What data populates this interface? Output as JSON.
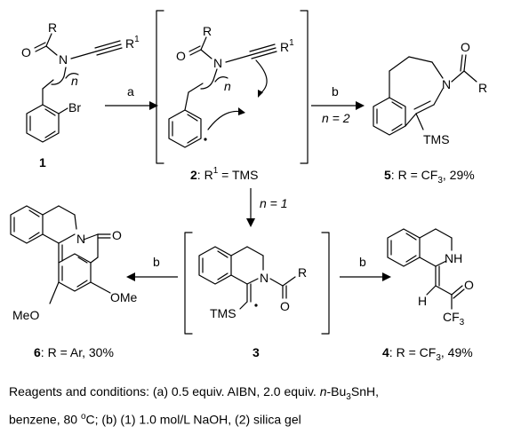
{
  "compounds": {
    "c1": {
      "number": "1"
    },
    "c2": {
      "number": "2",
      "sep": ": ",
      "r1": "R",
      "r1_sup": "1",
      "eq": " = ",
      "value": "TMS"
    },
    "c3": {
      "number": "3"
    },
    "c4": {
      "number": "4",
      "sep": ": R = CF",
      "sub": "3",
      "yield": ", 49%"
    },
    "c5": {
      "number": "5",
      "sep": ": R = CF",
      "sub": "3",
      "yield": ", 29%"
    },
    "c6": {
      "number": "6",
      "text": ": R = Ar, 30%"
    }
  },
  "atoms": {
    "R": "R",
    "R1": "R",
    "R1_sup": "1",
    "O": "O",
    "N": "N",
    "n": "n",
    "Br": "Br",
    "TMS": "TMS",
    "NH": "NH",
    "H": "H",
    "CF": "CF",
    "CF_sub": "3",
    "OMe": "OMe",
    "MeO": "MeO"
  },
  "arrows": {
    "a": "a",
    "b": "b",
    "n2": "n = 2",
    "n1": "n = 1"
  },
  "conditions": {
    "line1_a": "Reagents and conditions: (a) 0.5 equiv. AIBN, 2.0 equiv. ",
    "line1_n": "n",
    "line1_b": "-Bu",
    "line1_sub": "3",
    "line1_c": "SnH,",
    "line2_a": "benzene, 80 ",
    "line2_sup": "o",
    "line2_b": "C; (b) (1) 1.0 mol/L NaOH, (2) silica gel"
  }
}
